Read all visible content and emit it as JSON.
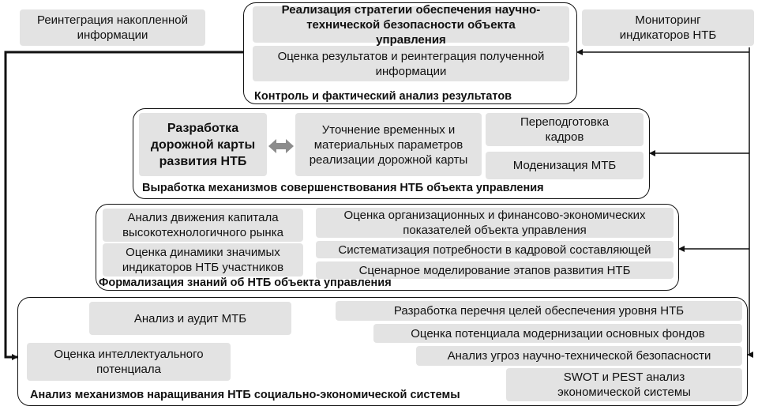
{
  "outside": {
    "reintegration": "Реинтеграция накопленной информации",
    "monitoring": "Мониторинг индикаторов НТБ"
  },
  "groups": {
    "control": {
      "label": "Контроль и фактический анализ результатов",
      "items": [
        "Реализация стратегии обеспечения научно-технической безопасности объекта управления",
        "Оценка результатов и реинтеграция полученной информации"
      ]
    },
    "mechanisms": {
      "label": "Выработка механизмов совершенствования НТБ объекта управления",
      "items": [
        "Разработка дорожной карты развития НТБ",
        "Уточнение временных и материальных параметров реализации дорожной карты",
        "Переподготовка кадров",
        "Моденизация МТБ"
      ]
    },
    "knowledge": {
      "label": "Формализация знаний об НТБ объекта управления",
      "items": [
        "Анализ движения капитала высокотехнологичного рынка",
        "Оценка динамики значимых индикаторов НТБ участников",
        "Оценка организационных и финансово-экономических показателей объекта управления",
        "Систематизация потребности в кадровой составляющей",
        "Сценарное моделирование этапов развития НТБ"
      ]
    },
    "analysis": {
      "label": "Анализ механизмов наращивания НТБ социально-экономической системы",
      "items": [
        "Анализ и аудит МТБ",
        "Оценка интеллектуального потенциала",
        "Разработка перечня целей обеспечения уровня НТБ",
        "Оценка потенциала модернизации основных фондов",
        "Анализ угроз научно-технической безопасности",
        "SWOT и PEST анализ экономической системы"
      ]
    }
  },
  "colors": {
    "box": "#e3e3e3",
    "line": "#111111",
    "arrow": "#8c8c8c"
  }
}
